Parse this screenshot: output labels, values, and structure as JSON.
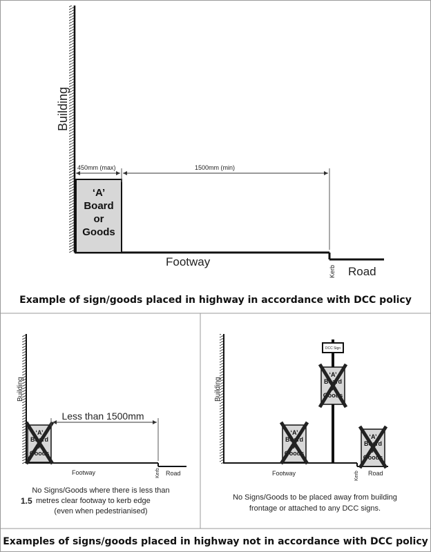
{
  "top": {
    "building": "Building",
    "dim_board": "450mm (max)",
    "dim_clear": "1500mm (min)",
    "board_lines": [
      "‘A’",
      "Board",
      "or",
      "Goods"
    ],
    "footway": "Footway",
    "kerb": "Kerb",
    "road": "Road",
    "caption": "Example of sign/goods placed in highway in accordance with DCC policy"
  },
  "left": {
    "building": "Building",
    "dim": "Less than 1500mm",
    "board_lines": [
      "‘A’",
      "Board",
      "or",
      "Goods"
    ],
    "footway": "Footway",
    "kerb": "Kerb",
    "road": "Road",
    "note_lines": [
      "No Signs/Goods where there is less than",
      "metres clear footway to kerb edge",
      "(even when pedestrianised)"
    ],
    "note_num": "1.5"
  },
  "right": {
    "building": "Building",
    "sign": "DCC Sign",
    "board_lines": [
      "‘A’",
      "Board",
      "or",
      "Goods"
    ],
    "footway": "Footway",
    "kerb": "Kerb",
    "road": "Road",
    "note_lines": [
      "No Signs/Goods to be placed away from building",
      "frontage or attached to any DCC signs."
    ]
  },
  "bottom_caption": "Examples of signs/goods placed in highway not in accordance with DCC policy"
}
